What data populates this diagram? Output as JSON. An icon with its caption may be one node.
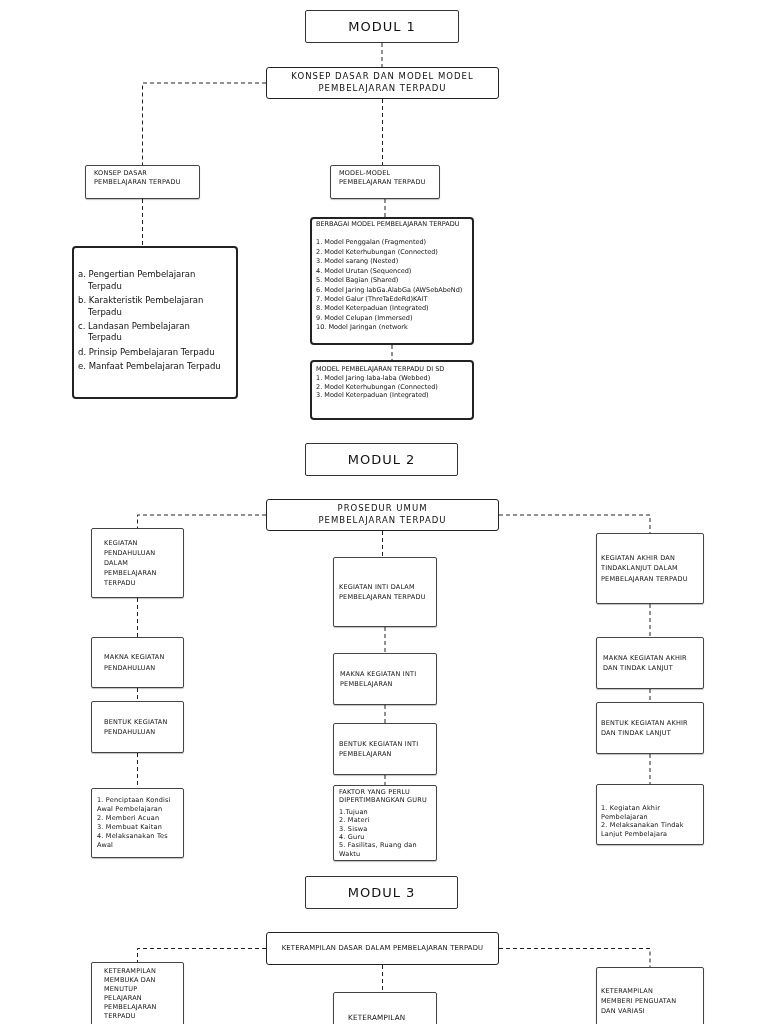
{
  "diagram": {
    "nodes": [
      {
        "text": [
          "MODUL 1"
        ]
      },
      {
        "text": [
          "KONSEP DASAR DAN MODEL MODEL PEMBELAJARAN TERPADU"
        ]
      },
      {
        "text": [
          "KONSEP DASAR PEMBELAJARAN TERPADU"
        ]
      },
      {
        "text": [
          "MODEL-MODEL PEMBELAJARAN TERPADU"
        ]
      },
      {
        "text": [
          "a. Pengertian Pembelajaran Terpadu",
          "b. Karakteristik Pembelajaran Terpadu",
          "c. Landasan Pembelajaran Terpadu",
          "d. Prinsip Pembelajaran Terpadu",
          "e. Manfaat Pembelajaran Terpadu"
        ]
      },
      {
        "text": [
          "BERBAGAI MODEL PEMBELAJARAN TERPADU",
          "1. Model Penggalan (Fragmented)",
          "2. Model Keterhubungan (Connected)",
          "3. Model sarang (Nested)",
          "4. Model Urutan (Sequenced)",
          "5. Model Bagian (Shared)",
          "6. Model Jaring labGa.AlabGa (AWSebAbeNd)",
          "7. Model Galur (ThreTaEdeRd)KAIT",
          "8. Model Keterpaduan (Integrated)",
          "9. Model Celupan (Immersed)",
          "10. Model Jaringan (network"
        ]
      },
      {
        "text": [
          "MODEL PEMBELAJARAN TERPADU DI SD",
          "1. Model Jaring laba-laba (Webbed)",
          "2. Model Keterhubungan (Connected)",
          "3. Model Keterpaduan (Integrated)"
        ]
      },
      {
        "text": [
          "MODUL 2"
        ]
      },
      {
        "text": [
          "PROSEDUR UMUM PEMBELAJARAN TERPADU"
        ]
      },
      {
        "text": [
          "KEGIATAN PENDAHULUAN DALAM PEMBELAJARAN TERPADU"
        ]
      },
      {
        "text": [
          "KEGIATAN INTI DALAM PEMBELAJARAN TERPADU"
        ]
      },
      {
        "text": [
          "KEGIATAN AKHIR DAN TINDAKLANJUT DALAM PEMBELAJARAN TERPADU"
        ]
      },
      {
        "text": [
          "MAKNA KEGIATAN PENDAHULUAN"
        ]
      },
      {
        "text": [
          "MAKNA KEGIATAN INTI PEMBELAJARAN"
        ]
      },
      {
        "text": [
          "MAKNA KEGIATAN AKHIR DAN TINDAK LANJUT"
        ]
      },
      {
        "text": [
          "BENTUK KEGIATAN PENDAHULUAN"
        ]
      },
      {
        "text": [
          "BENTUK KEGIATAN INTI PEMBELAJARAN"
        ]
      },
      {
        "text": [
          "BENTUK KEGIATAN AKHIR DAN TINDAK LANJUT"
        ]
      },
      {
        "text": [
          "1. Penciptaan Kondisi Awal Pembelajaran",
          "2. Memberi Acuan",
          "3. Membuat Kaitan",
          "4. Melaksanakan Tes Awal"
        ]
      },
      {
        "text": [
          "FAKTOR YANG PERLU DIPERTIMBANGKAN GURU",
          "1.Tujuan",
          "2. Materi",
          "3. Siswa",
          "4. Guru",
          "5. Fasilitas, Ruang dan Waktu"
        ]
      },
      {
        "text": [
          "1. Kegiatan Akhir Pembelajaran",
          "2. Melaksanakan Tindak Lanjut Pembelajara"
        ]
      },
      {
        "text": [
          "MODUL 3"
        ]
      },
      {
        "text": [
          "KETERAMPILAN DASAR DALAM PEMBELAJARAN TERPADU"
        ]
      },
      {
        "text": [
          "KETERAMPILAN MEMBUKA DAN MENUTUP PELAJARAN PEMBELAJARAN TERPADU"
        ]
      },
      {
        "text": [
          "KETERAMPILAN"
        ]
      },
      {
        "text": [
          "KETERAMPILAN MEMBERI PENGUATAN DAN VARIASI"
        ]
      }
    ],
    "edges": [
      {
        "from": 0,
        "to": 1,
        "arrow": "none",
        "style": "dashed"
      },
      {
        "from": 1,
        "to": 2,
        "arrow": "none",
        "style": "dashed"
      },
      {
        "from": 1,
        "to": 3,
        "arrow": "none",
        "style": "dashed"
      },
      {
        "from": 2,
        "to": 4,
        "arrow": "none",
        "style": "dashed"
      },
      {
        "from": 3,
        "to": 5,
        "arrow": "none",
        "style": "dashed"
      },
      {
        "from": 5,
        "to": 6,
        "arrow": "none",
        "style": "dashed"
      },
      {
        "from": 8,
        "to": 9,
        "arrow": "none",
        "style": "dashed"
      },
      {
        "from": 8,
        "to": 10,
        "arrow": "none",
        "style": "dashed"
      },
      {
        "from": 8,
        "to": 11,
        "arrow": "none",
        "style": "dashed"
      },
      {
        "from": 9,
        "to": 12,
        "arrow": "none",
        "style": "dashed"
      },
      {
        "from": 12,
        "to": 15,
        "arrow": "none",
        "style": "dashed"
      },
      {
        "from": 15,
        "to": 18,
        "arrow": "none",
        "style": "dashed"
      },
      {
        "from": 10,
        "to": 13,
        "arrow": "none",
        "style": "dashed"
      },
      {
        "from": 13,
        "to": 16,
        "arrow": "none",
        "style": "dashed"
      },
      {
        "from": 16,
        "to": 19,
        "arrow": "none",
        "style": "dashed"
      },
      {
        "from": 11,
        "to": 14,
        "arrow": "none",
        "style": "dashed"
      },
      {
        "from": 14,
        "to": 17,
        "arrow": "none",
        "style": "dashed"
      },
      {
        "from": 17,
        "to": 20,
        "arrow": "none",
        "style": "dashed"
      },
      {
        "from": 22,
        "to": 23,
        "arrow": "none",
        "style": "dashed"
      },
      {
        "from": 22,
        "to": 24,
        "arrow": "none",
        "style": "dashed"
      },
      {
        "from": 22,
        "to": 25,
        "arrow": "none",
        "style": "dashed"
      }
    ]
  }
}
